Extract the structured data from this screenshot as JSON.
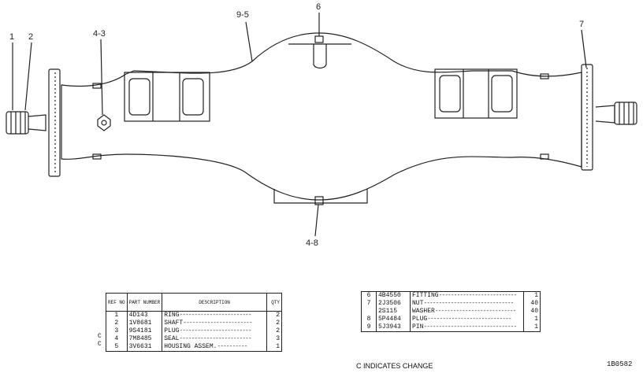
{
  "callouts": {
    "c1": "1",
    "c2": "2",
    "c43": "4-3",
    "c95": "9-5",
    "c6": "6",
    "c7": "7",
    "c48": "4-8"
  },
  "table_left": {
    "headers": {
      "ref": "REF NO",
      "part": "PART NUMBER",
      "desc": "DESCRIPTION",
      "qty": "QTY"
    },
    "rows": [
      {
        "change": "",
        "ref": "1",
        "part": "4D143",
        "desc": "RING",
        "qty": "2"
      },
      {
        "change": "",
        "ref": "2",
        "part": "1V8681",
        "desc": "SHAFT",
        "qty": "2"
      },
      {
        "change": "C",
        "ref": "3",
        "part": "9S4181",
        "desc": "PLUG",
        "qty": "2"
      },
      {
        "change": "C",
        "ref": "4",
        "part": "7M8485",
        "desc": "SEAL",
        "qty": "3"
      },
      {
        "change": "",
        "ref": "5",
        "part": "3V6631",
        "desc": "HOUSING ASSEM.",
        "qty": "1"
      }
    ]
  },
  "table_right": {
    "rows": [
      {
        "ref": "6",
        "part": "4B4550",
        "desc": "FITTING",
        "qty": "1"
      },
      {
        "ref": "7",
        "part": "2J3506",
        "desc": "NUT",
        "qty": "40"
      },
      {
        "ref": "",
        "part": "2S115",
        "desc": "WASHER",
        "qty": "40"
      },
      {
        "ref": "8",
        "part": "5P4484",
        "desc": "PLUG",
        "qty": "1"
      },
      {
        "ref": "9",
        "part": "5J3943",
        "desc": "PIN",
        "qty": "1"
      }
    ]
  },
  "change_note": "C INDICATES CHANGE",
  "drawing_id": "1B0582"
}
